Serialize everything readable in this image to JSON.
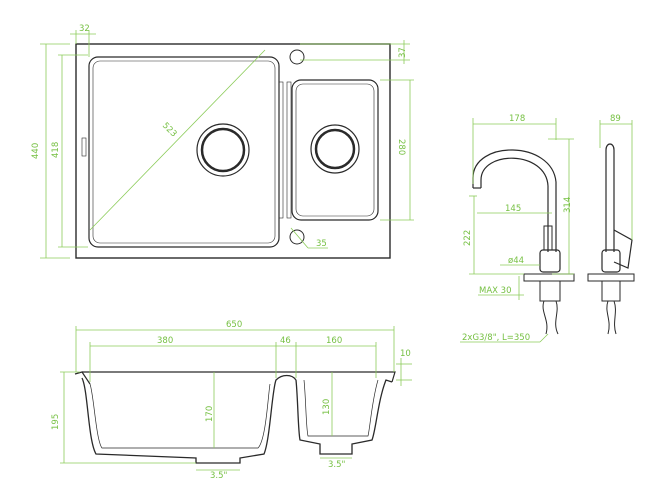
{
  "colors": {
    "dimension": "#76c043",
    "outline": "#2a2a2a",
    "background": "#ffffff"
  },
  "top_view": {
    "d_32": "32",
    "d_37": "37",
    "d_440": "440",
    "d_418": "418",
    "d_523": "523",
    "d_280": "280",
    "d_35": "35"
  },
  "faucet": {
    "d_178": "178",
    "d_89": "89",
    "d_145": "145",
    "d_314": "314",
    "d_222": "222",
    "d_44": "ø44",
    "d_max30": "MAX 30",
    "d_hose": "2xG3/8\", L=350"
  },
  "section_view": {
    "d_650": "650",
    "d_380": "380",
    "d_46": "46",
    "d_160": "160",
    "d_10": "10",
    "d_195": "195",
    "d_170": "170",
    "d_130": "130",
    "d_drain1": "3.5\"",
    "d_drain2": "3.5\""
  }
}
